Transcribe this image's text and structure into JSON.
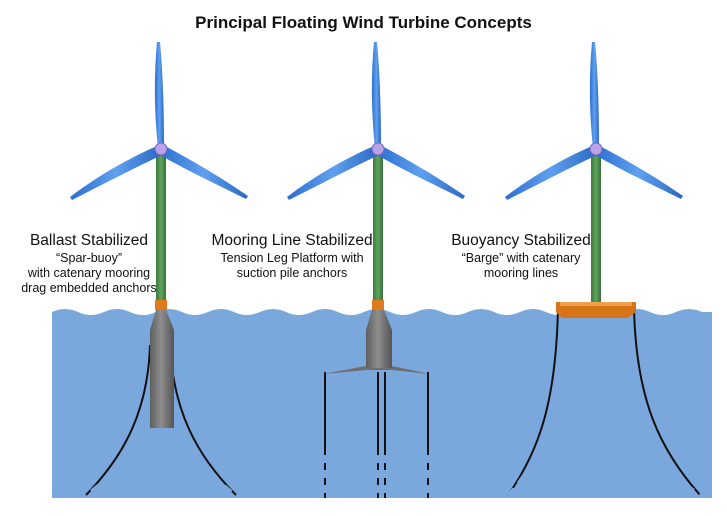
{
  "title": "Principal Floating Wind Turbine Concepts",
  "concepts": [
    {
      "heading": "Ballast Stabilized",
      "lines": [
        "“Spar-buoy”",
        "with catenary mooring",
        "drag embedded anchors"
      ]
    },
    {
      "heading": "Mooring Line Stabilized",
      "lines": [
        "Tension Leg Platform with",
        "suction pile anchors"
      ]
    },
    {
      "heading": "Buoyancy Stabilized",
      "lines": [
        "“Barge” with catenary",
        "mooring lines"
      ]
    }
  ],
  "colors": {
    "sea": "#7aa7dc",
    "sea_edge": "#6b98cf",
    "tower": "#4f8f4f",
    "tower_shade": "#3a6f3a",
    "blade": "#2f77d6",
    "blade_light": "#66a6f2",
    "hub": "#b9a3e6",
    "transition": "#e07b1c",
    "hull": "#6e6e6e",
    "hull_light": "#8c8c8c",
    "mooring": "#111111",
    "barge": "#d6741a"
  }
}
